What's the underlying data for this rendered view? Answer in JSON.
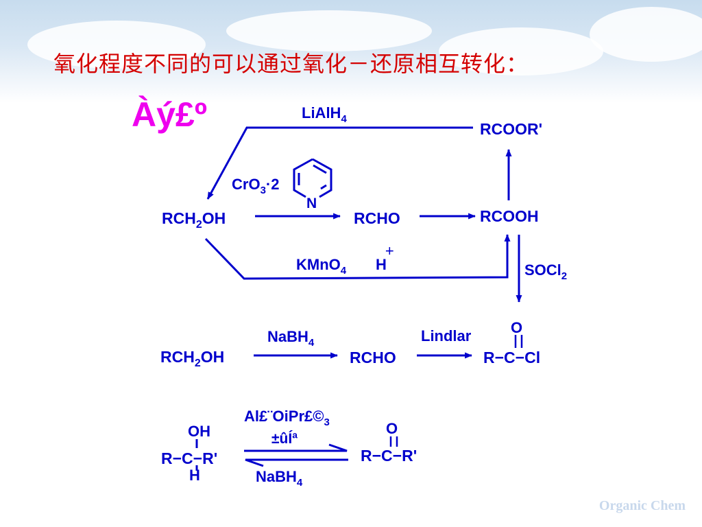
{
  "title": "氧化程度不同的可以通过氧化－还原相互转化：",
  "garbled_heading": "Àý£º",
  "footer": "Organic Chem",
  "colors": {
    "title": "#d40000",
    "chem": "#0000cc",
    "garbled": "#ee00ee",
    "footer": "#c8d8ec"
  },
  "scheme1": {
    "rch2oh": [
      "RCH",
      "2",
      "OH"
    ],
    "rcho": "RCHO",
    "rcooh": "RCOOH",
    "rcoor": "RCOOR'",
    "lialh4": [
      "LiAlH",
      "4"
    ],
    "cro3": [
      "CrO",
      "3",
      "·2"
    ],
    "pyridine_n": "N",
    "kmno4": [
      "KMnO",
      "4"
    ],
    "h_plus": [
      "H",
      "+"
    ],
    "socl2": [
      "SOCl",
      "2"
    ]
  },
  "scheme2": {
    "rch2oh": [
      "RCH",
      "2",
      "OH"
    ],
    "nabh4": [
      "NaBH",
      "4"
    ],
    "rcho": "RCHO",
    "lindlar": "Lindlar",
    "acyl_o": "O",
    "acyl_chloride": "R−C−Cl"
  },
  "scheme3": {
    "oh": "OH",
    "alcohol": "R−C−R'",
    "h": "H",
    "reagent_top": [
      "Al£¨OiPr£©",
      "3"
    ],
    "reagent_garbled": "±ûÍª",
    "nabh4": [
      "NaBH",
      "4"
    ],
    "ketone_o": "O",
    "ketone": "R−C−R'"
  }
}
